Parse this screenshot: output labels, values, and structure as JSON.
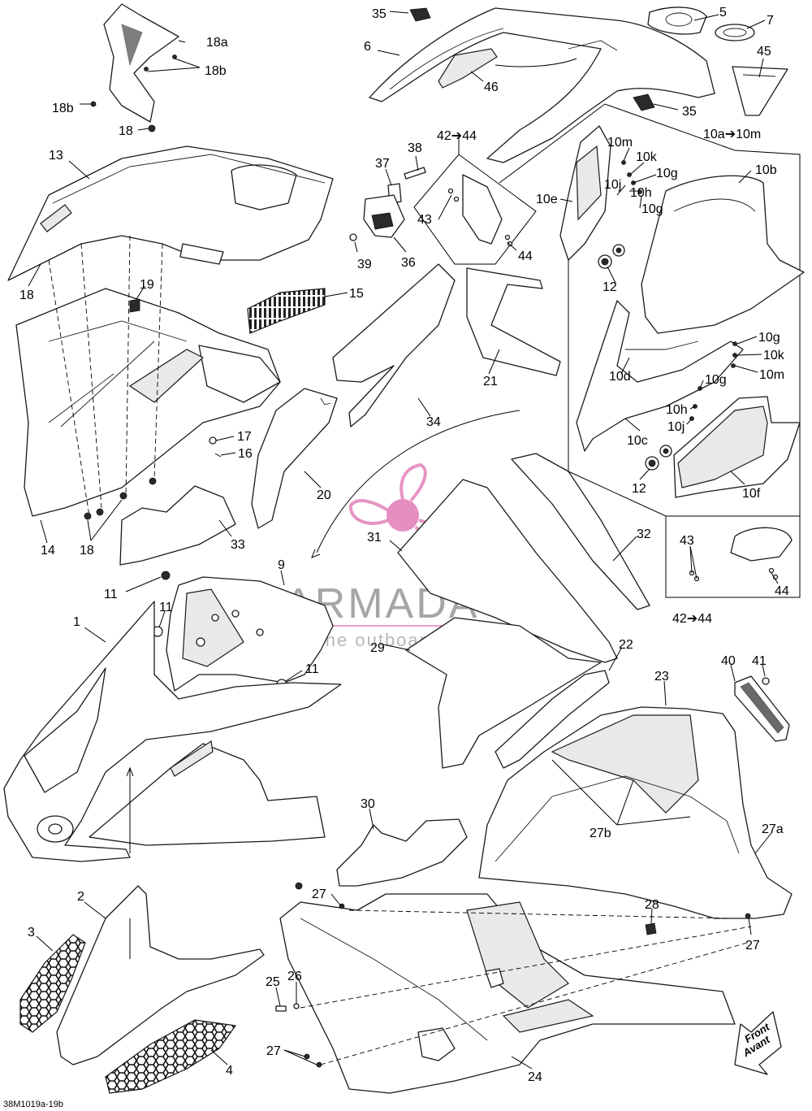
{
  "diagram": {
    "code": "38M1019a-19b",
    "front_label": "Front",
    "front_label_fr": "Avant",
    "watermark": {
      "brand": "ARMADA",
      "tagline": "marine outboards",
      "logo_color": "#e07ab5"
    },
    "labels": {
      "l35a": "35",
      "l5": "5",
      "l7": "7",
      "l6": "6",
      "l45": "45",
      "l46": "46",
      "l35b": "35",
      "l10am": "10a➔10m",
      "l18a": "18a",
      "l18b1": "18b",
      "l18b2": "18b",
      "l18": "18",
      "l13": "13",
      "l18s": "18",
      "l19": "19",
      "l15": "15",
      "l38": "38",
      "l37": "37",
      "l4244a": "42➔44",
      "l43a": "43",
      "l44a": "44",
      "l39": "39",
      "l36": "36",
      "l10m1": "10m",
      "l10k1": "10k",
      "l10g1": "10g",
      "l10j1": "10j",
      "l10h1": "10h",
      "l10g2": "10g",
      "l10e": "10e",
      "l10b": "10b",
      "l12a": "12",
      "l10g3": "10g",
      "l10k2": "10k",
      "l10m2": "10m",
      "l10d": "10d",
      "l10g4": "10g",
      "l10h2": "10h",
      "l10j2": "10j",
      "l10c": "10c",
      "l12b": "12",
      "l10f": "10f",
      "l21": "21",
      "l34": "34",
      "l17": "17",
      "l16": "16",
      "l20": "20",
      "l33": "33",
      "l14": "14",
      "l18c": "18",
      "l31": "31",
      "l32": "32",
      "l43b": "43",
      "l44b": "44",
      "l4244b": "42➔44",
      "l9": "9",
      "l11a": "11",
      "l11b": "11",
      "l11c": "11",
      "l1": "1",
      "l29": "29",
      "l22": "22",
      "l23": "23",
      "l40": "40",
      "l41": "41",
      "l27b": "27b",
      "l27a": "27a",
      "l30": "30",
      "l2": "2",
      "l3": "3",
      "l27c": "27",
      "l28": "28",
      "l27d": "27",
      "l25": "25",
      "l26": "26",
      "l27e": "27",
      "l24": "24",
      "l4": "4"
    }
  }
}
